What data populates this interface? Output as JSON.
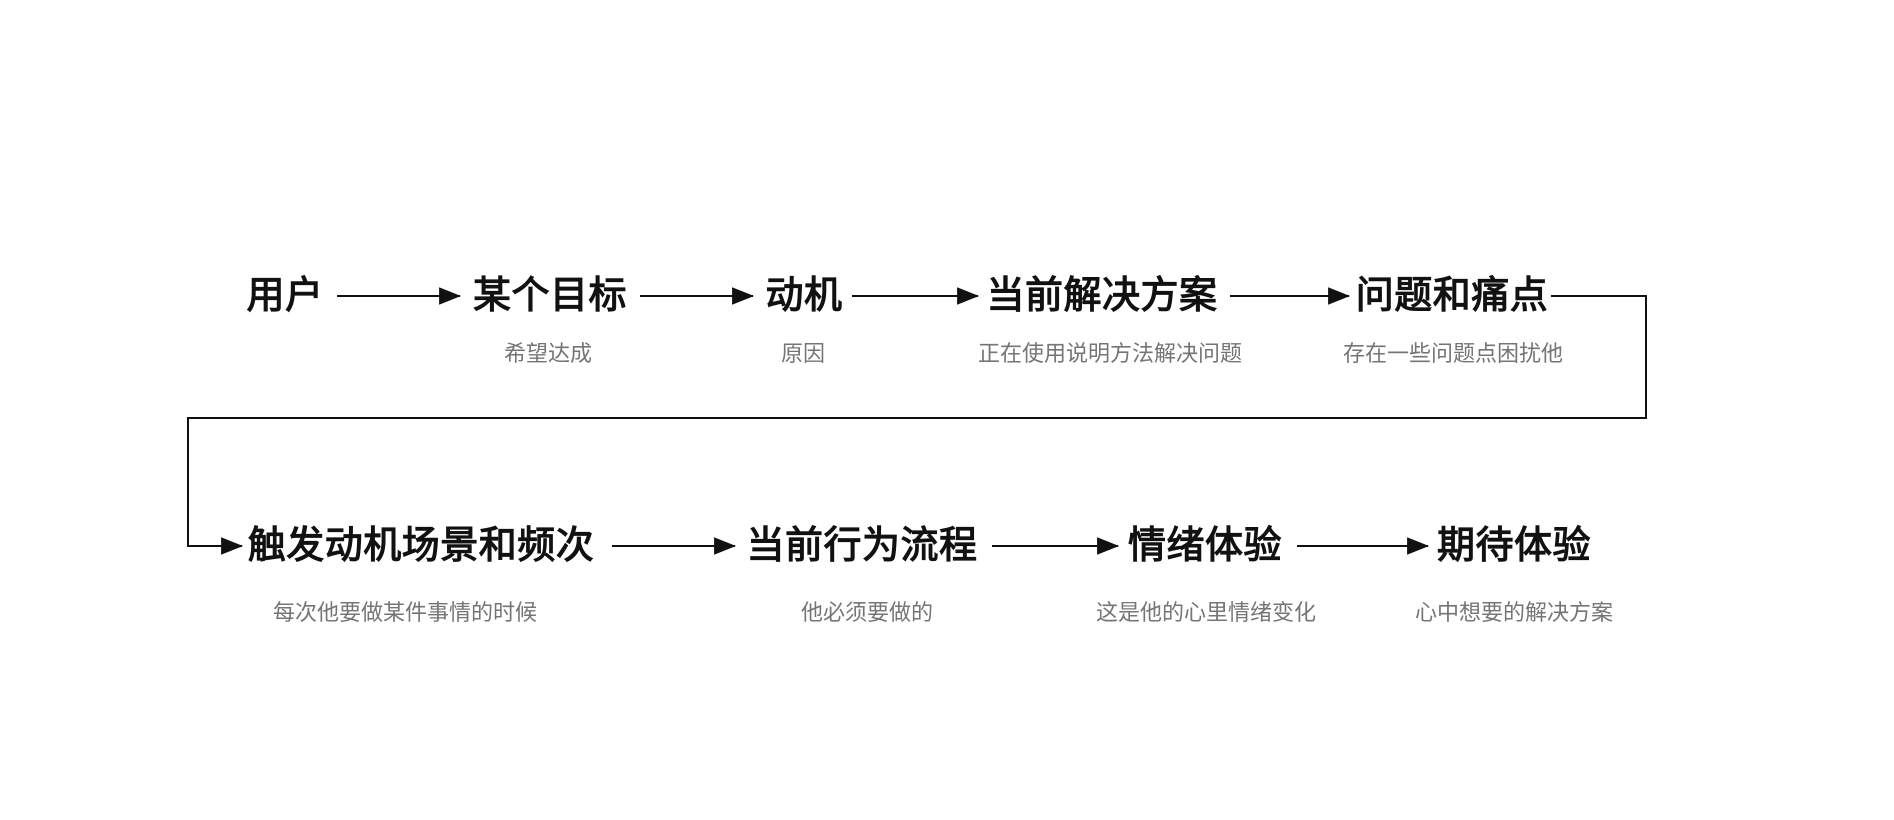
{
  "colors": {
    "title-color": "#111111",
    "subtitle-color": "#757575",
    "line-color": "#111111",
    "canvas-bg": "#ffffff"
  },
  "nodes": {
    "user": {
      "label": "用户"
    },
    "goal": {
      "label": "某个目标",
      "sublabel": "希望达成"
    },
    "motivation": {
      "label": "动机",
      "sublabel": "原因"
    },
    "current_solution": {
      "label": "当前解决方案",
      "sublabel": "正在使用说明方法解决问题"
    },
    "pain_points": {
      "label": "问题和痛点",
      "sublabel": "存在一些问题点困扰他"
    },
    "trigger_scene": {
      "label": "触发动机场景和频次",
      "sublabel": "每次他要做某件事情的时候"
    },
    "behavior_flow": {
      "label": "当前行为流程",
      "sublabel": "他必须要做的"
    },
    "emotion": {
      "label": "情绪体验",
      "sublabel": "这是他的心里情绪变化"
    },
    "expectation": {
      "label": "期待体验",
      "sublabel": "心中想要的解决方案"
    }
  }
}
